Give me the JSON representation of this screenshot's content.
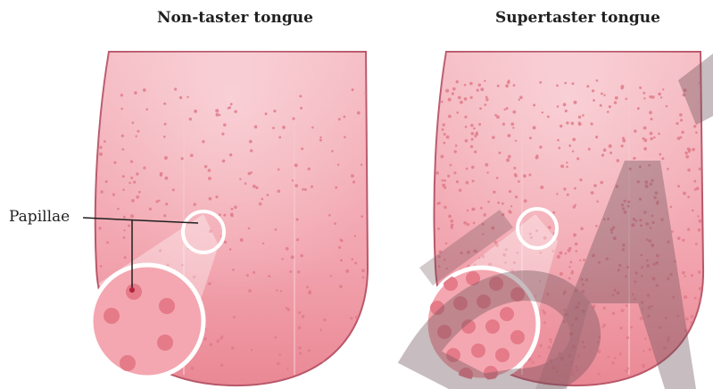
{
  "panels": {
    "left_title": "Non-taster tongue",
    "right_title": "Supertaster tongue"
  },
  "callout": {
    "label": "Papillae"
  },
  "colors": {
    "tongue_fill": "#f3a9b2",
    "tongue_outline": "#b9576a",
    "papilla_dot": "#e07b89",
    "lens_fill": "#f4a7b0",
    "watermark": "#7a5a62"
  },
  "icons": [
    "magnifier-lens-icon",
    "watermark-logo"
  ]
}
